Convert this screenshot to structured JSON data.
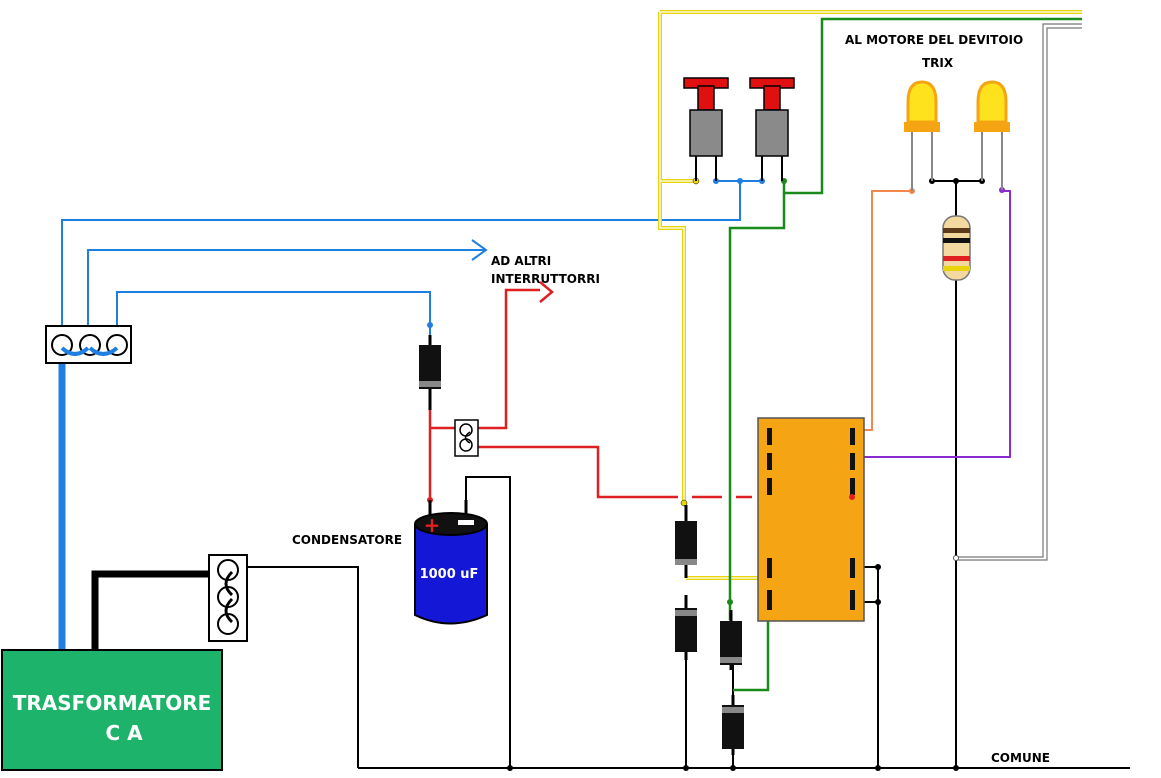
{
  "labels": {
    "motor_line1": "AL MOTORE DEL DEVITOIO",
    "motor_line2": "TRIX",
    "other_switches_line1": "AD ALTRI",
    "other_switches_line2": "INTERRUTTORRI",
    "capacitor": "CONDENSATORE",
    "capacitor_value": "1000 uF",
    "transformer_line1": "TRASFORMATORE",
    "transformer_line2": "C A",
    "common": "COMUNE",
    "plus_sign": "+"
  },
  "colors": {
    "blue_wire": "#1e7fe0",
    "red_wire": "#e02020",
    "green_wire": "#1a8a1a",
    "yellow_wire": "#e8d40a",
    "purple_wire": "#8a2bd2",
    "orange_wire": "#f08850",
    "transformer": "#1eb36a",
    "relay": "#f5a514",
    "capacitor": "#1418d6",
    "led": "#ffe21e",
    "led_base": "#f5a514",
    "button_cap": "#e01010",
    "button_body": "#8a8a8a"
  }
}
